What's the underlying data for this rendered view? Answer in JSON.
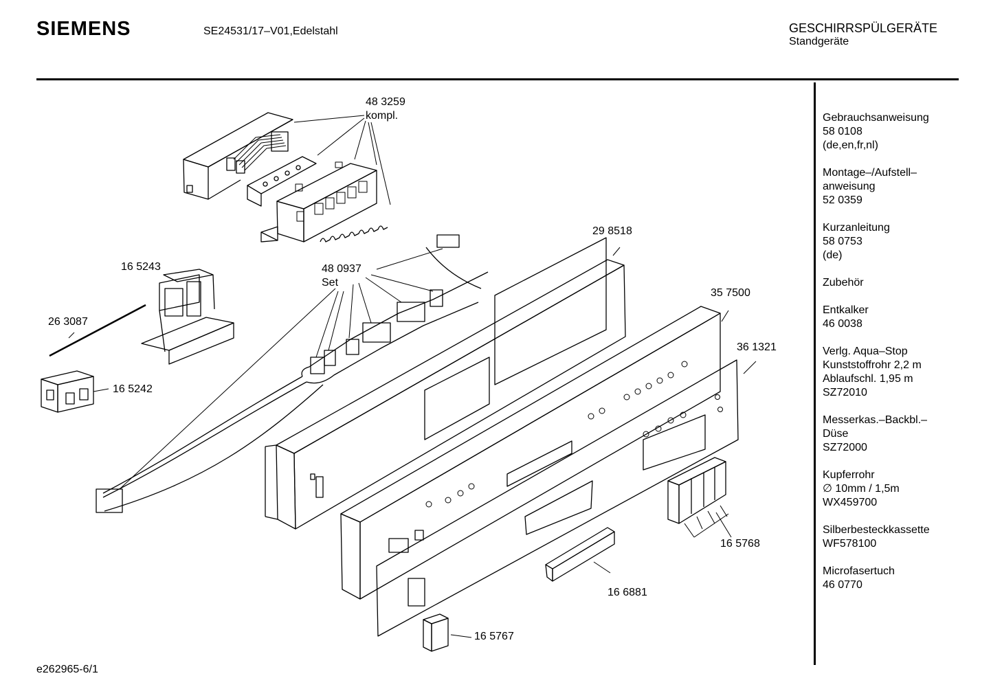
{
  "header": {
    "brand": "SIEMENS",
    "model": "SE24531/17–V01,Edelstahl",
    "category": "GESCHIRRSPÜLGERÄTE",
    "subcategory": "Standgeräte"
  },
  "part_labels": {
    "p483259": "48 3259",
    "kompl": "kompl.",
    "p298518": "29 8518",
    "p480937": "48 0937",
    "set": "Set",
    "p165243": "16 5243",
    "p263087": "26 3087",
    "p165242": "16 5242",
    "p357500": "35 7500",
    "p361321": "36 1321",
    "p165768": "16 5768",
    "p166881": "16 6881",
    "p165767": "16 5767"
  },
  "sidebar": [
    [
      "Gebrauchsanweisung",
      "58 0108",
      "(de,en,fr,nl)"
    ],
    [
      " Montage–/Aufstell–",
      "anweisung",
      "52 0359"
    ],
    [
      "Kurzanleitung",
      "58 0753",
      "(de)"
    ],
    [
      "Zubehör"
    ],
    [
      "Entkalker",
      "46 0038"
    ],
    [
      "Verlg. Aqua–Stop",
      "Kunststoffrohr 2,2 m",
      "Ablaufschl. 1,95 m",
      "SZ72010"
    ],
    [
      "Messerkas.–Backbl.–",
      "Düse",
      "SZ72000"
    ],
    [
      "Kupferrohr",
      "∅ 10mm / 1,5m",
      "WX459700"
    ],
    [
      "Silberbesteckkassette",
      "WF578100"
    ],
    [
      "Microfasertuch",
      "46 0770"
    ]
  ],
  "footer": {
    "code": "e262965-6/1"
  }
}
